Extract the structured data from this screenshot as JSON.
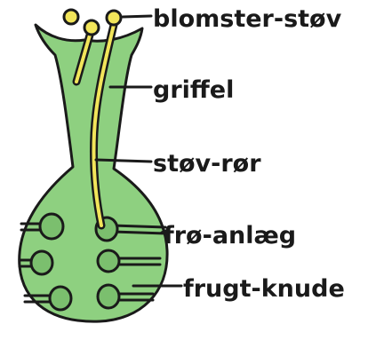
{
  "labels": {
    "pollen": "blomster-støv",
    "style": "griffel",
    "pollen_tube": "støv-rør",
    "ovule": "frø-anlæg",
    "ovary": "frugt-knude"
  },
  "colors": {
    "pistil": "#8ed080",
    "ovule": "#7bbf6e",
    "pollen_tube": "#f2e55a",
    "outline": "#1a1a1a"
  }
}
